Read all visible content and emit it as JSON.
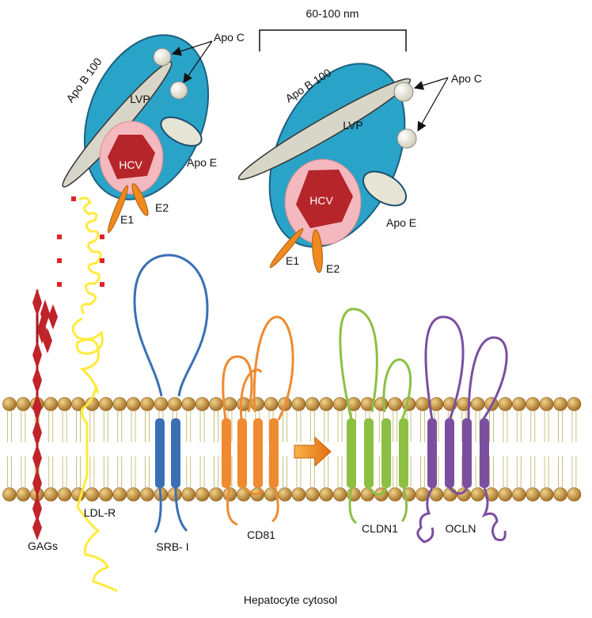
{
  "scale_bar": {
    "label": "60-100 nm"
  },
  "particle_left": {
    "apo_b_label": "Apo B 100",
    "lvp_label": "LVP",
    "hcv_label": "HCV",
    "apo_c_label": "Apo C",
    "apo_e_label": "Apo E",
    "e1_label": "E1",
    "e2_label": "E2"
  },
  "particle_right": {
    "apo_b_label": "Apo B 100",
    "lvp_label": "LVP",
    "hcv_label": "HCV",
    "apo_c_label": "Apo C",
    "apo_e_label": "Apo E",
    "e1_label": "E1",
    "e2_label": "E2"
  },
  "receptors": {
    "gags": "GAGs",
    "ldlr": "LDL-R",
    "srb1": "SRB- I",
    "cd81": "CD81",
    "cldn1": "CLDN1",
    "ocln": "OCLN"
  },
  "footer": {
    "cytosol_label": "Hepatocyte cytosol"
  },
  "colors": {
    "lvp": "#2aa3c8",
    "hcv_shell": "#f4b8bf",
    "hcv_core": "#b5252a",
    "apo": "#e6e4d4",
    "envelope": "#f08a1e",
    "gags": "#c0232a",
    "ldlr": "#ffeb3b",
    "srb1": "#3a6fb5",
    "cd81": "#f08a30",
    "cldn1": "#8bc043",
    "ocln": "#7b4fa0",
    "lipid_head": "#c8953f"
  }
}
